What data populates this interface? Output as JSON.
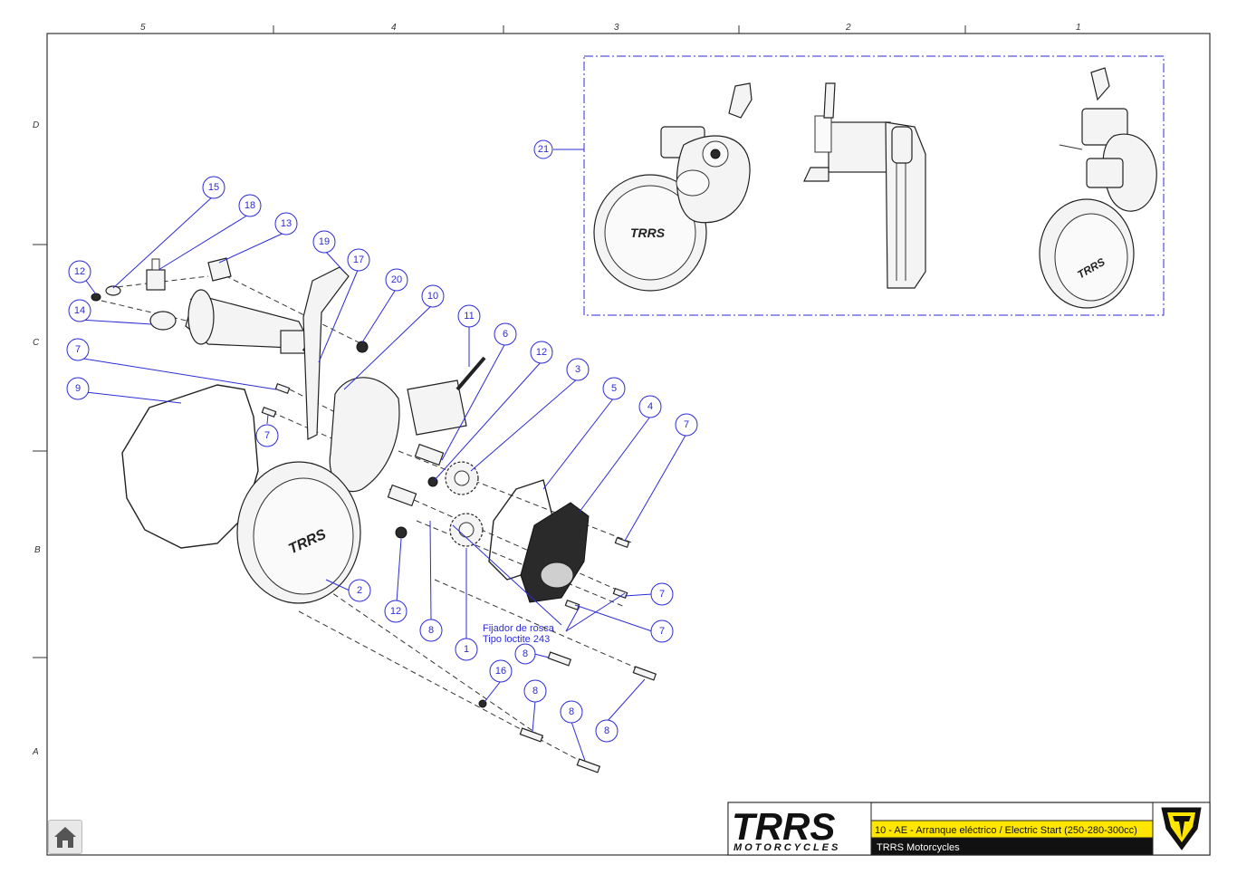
{
  "zones": {
    "columns": [
      "5",
      "4",
      "3",
      "2",
      "1"
    ],
    "rows": [
      "D",
      "C",
      "B",
      "A"
    ]
  },
  "callouts": {
    "c21": "21",
    "c15": "15",
    "c18": "18",
    "c13": "13",
    "c19": "19",
    "c17": "17",
    "c20": "20",
    "c10": "10",
    "c12a": "12",
    "c14": "14",
    "c7a": "7",
    "c9": "9",
    "c7b": "7",
    "c11": "11",
    "c6": "6",
    "c12b": "12",
    "c3": "3",
    "c5": "5",
    "c4": "4",
    "c7c": "7",
    "c2": "2",
    "c12c": "12",
    "c8a": "8",
    "c1": "1",
    "c7d": "7",
    "c7e": "7",
    "c8b": "8",
    "c16": "16",
    "c8c": "8",
    "c8d": "8",
    "c8e": "8"
  },
  "note": {
    "line1": "Fijador de rosca",
    "line2": "Tipo loctite 243"
  },
  "title_block": {
    "logo_main": "TRRS",
    "logo_sub": "MOTORCYCLES",
    "drawing_title": "10 - AE - Arranque eléctrico / Electric Start (250-280-300cc)",
    "company": "TRRS Motorcycles"
  },
  "home_icon": "home-icon",
  "colors": {
    "callout": "#2b2bd6",
    "title_highlight": "#ffe600",
    "title_dark": "#111111"
  }
}
